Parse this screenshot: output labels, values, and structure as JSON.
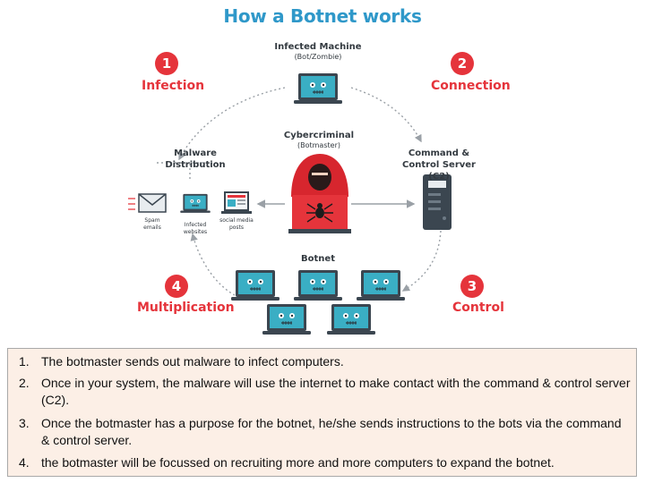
{
  "title": "How a Botnet works",
  "nodes": {
    "infected_machine": {
      "title": "Infected Machine",
      "subtitle": "(Bot/Zombie)"
    },
    "cybercriminal": {
      "title": "Cybercriminal",
      "subtitle": "(Botmaster)"
    },
    "c2": {
      "title": "Command &",
      "subtitle": "Control Server (C2)"
    },
    "malware_distribution": {
      "title": "Malware",
      "subtitle": "Distribution"
    },
    "botnet": {
      "title": "Botnet"
    }
  },
  "distribution_items": [
    {
      "line1": "Spam",
      "line2": "emails",
      "icon": "envelope-icon"
    },
    {
      "line1": "Infected",
      "line2": "websites",
      "icon": "laptop-icon"
    },
    {
      "line1": "social media",
      "line2": "posts",
      "icon": "laptop-icon"
    }
  ],
  "steps": [
    {
      "number": "1",
      "label": "Infection"
    },
    {
      "number": "2",
      "label": "Connection"
    },
    {
      "number": "3",
      "label": "Control"
    },
    {
      "number": "4",
      "label": "Multiplication"
    }
  ],
  "notes": [
    {
      "number": "1.",
      "text": "The botmaster sends out malware to infect computers."
    },
    {
      "number": "2.",
      "text": "Once in your system, the malware will use the internet to make contact with the command & control server (C2)."
    },
    {
      "number": "3.",
      "text": "Once the botmaster has a purpose for the botnet, he/she sends instructions to the bots via the command & control server."
    },
    {
      "number": "4.",
      "text": "the botmaster will be focussed on recruiting more and more computers to expand the botnet."
    }
  ],
  "colors": {
    "title": "#2f98c9",
    "accent_red": "#e5343b",
    "screen": "#3aaec4",
    "laptop_dark": "#3b4650",
    "note_bg": "#fcefe6"
  }
}
